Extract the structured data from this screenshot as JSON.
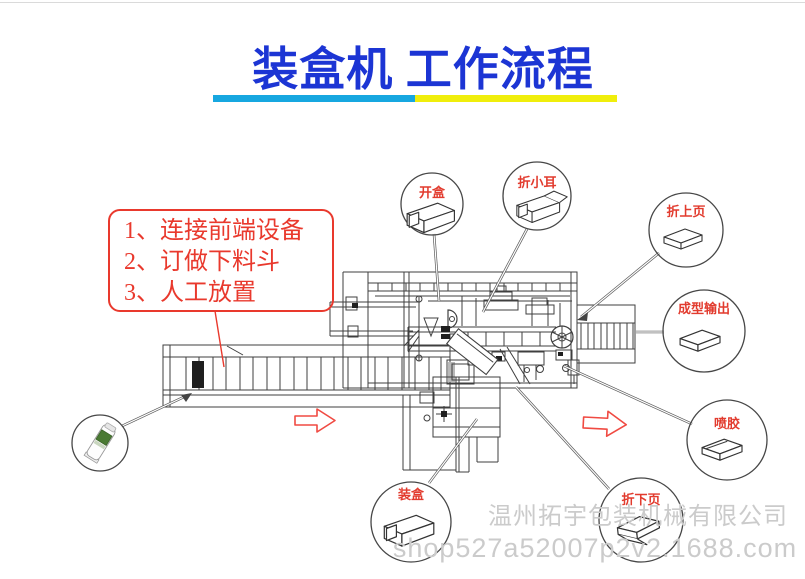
{
  "title": {
    "text": "装盒机 工作流程",
    "color": "#1c35d4",
    "underline_left_color": "#17a7e0",
    "underline_right_color": "#f0ee0c"
  },
  "notes": {
    "lines": [
      "1、连接前端设备",
      "2、订做下料斗",
      "3、人工放置"
    ],
    "color": "#e9392d"
  },
  "callouts": [
    {
      "id": "kaihe",
      "label": "开盒",
      "icon": "carton-box-icon"
    },
    {
      "id": "zhexiaoer",
      "label": "折小耳",
      "icon": "carton-box-icon"
    },
    {
      "id": "zheshangye",
      "label": "折上页",
      "icon": "carton-box-icon"
    },
    {
      "id": "chengxing",
      "label": "成型输出",
      "icon": "carton-box-icon"
    },
    {
      "id": "penjiao",
      "label": "喷胶",
      "icon": "carton-box-icon"
    },
    {
      "id": "zhexiaye",
      "label": "折下页",
      "icon": "carton-box-icon"
    },
    {
      "id": "zhuanghe",
      "label": "装盒",
      "icon": "carton-box-icon"
    }
  ],
  "product_circle": {
    "icon": "product-tube-icon"
  },
  "watermark": {
    "company": "温州拓宇包装机械有限公司",
    "url": "shop527a52007p2v2.1688.com",
    "color": "#cbcbcb"
  },
  "accents": {
    "machine_line": "#3f3f3f",
    "red_accent": "#e9392d"
  }
}
